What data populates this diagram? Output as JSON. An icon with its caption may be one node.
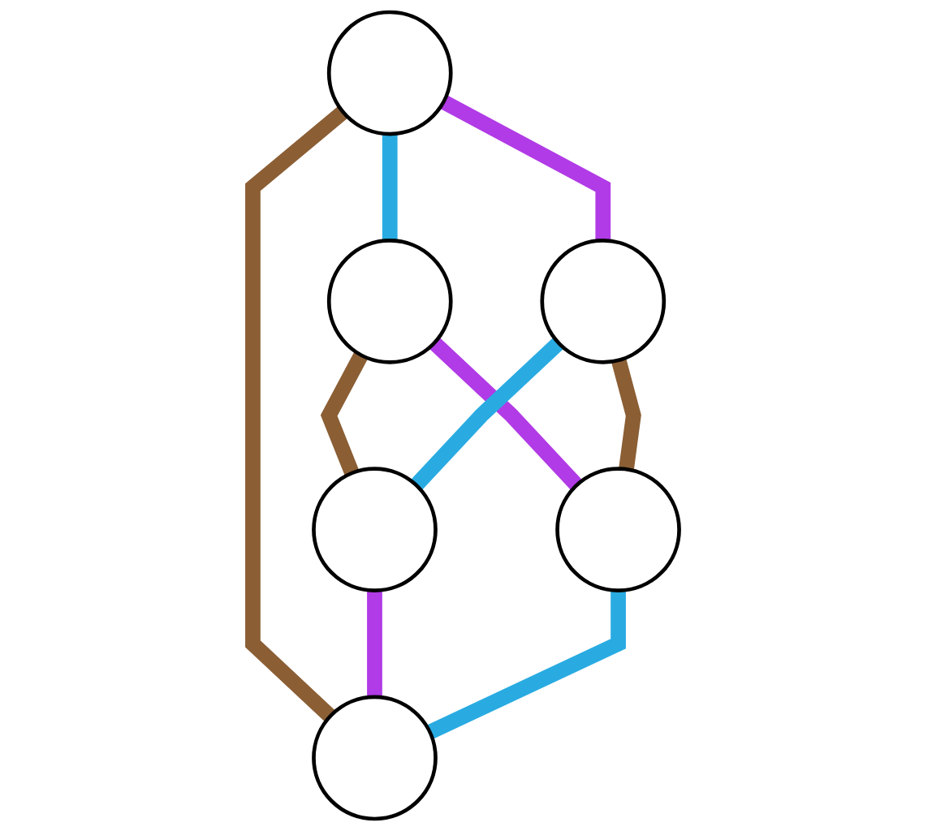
{
  "diagram": {
    "nodes": [
      {
        "text": [],
        "shape": "circle"
      },
      {
        "text": [],
        "shape": "circle"
      },
      {
        "text": [],
        "shape": "circle"
      },
      {
        "text": [],
        "shape": "circle"
      },
      {
        "text": [],
        "shape": "circle"
      },
      {
        "text": [],
        "shape": "circle"
      }
    ],
    "edges": [
      {
        "from": 0,
        "to": 1,
        "arrow": "none",
        "color": "#29abe2"
      },
      {
        "from": 0,
        "to": 2,
        "arrow": "none",
        "color": "#b13be6"
      },
      {
        "from": 0,
        "to": 5,
        "arrow": "none",
        "color": "#8b5e34"
      },
      {
        "from": 1,
        "to": 4,
        "arrow": "none",
        "color": "#b13be6"
      },
      {
        "from": 1,
        "to": 3,
        "arrow": "none",
        "color": "#8b5e34"
      },
      {
        "from": 2,
        "to": 3,
        "arrow": "none",
        "color": "#29abe2"
      },
      {
        "from": 2,
        "to": 4,
        "arrow": "none",
        "color": "#8b5e34"
      },
      {
        "from": 3,
        "to": 5,
        "arrow": "none",
        "color": "#b13be6"
      },
      {
        "from": 4,
        "to": 5,
        "arrow": "none",
        "color": "#29abe2"
      }
    ]
  }
}
